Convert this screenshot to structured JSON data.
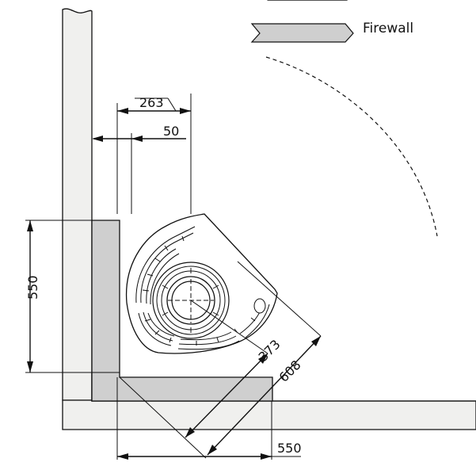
{
  "legend": {
    "items": [
      {
        "label": "",
        "fill": "#f0f0ee"
      },
      {
        "label": "Firewall",
        "fill": "#cfcfcf"
      }
    ]
  },
  "colors": {
    "wall": "#f0f0ee",
    "firewall": "#cfcfcf",
    "line": "#111111"
  },
  "dimensions": {
    "d263": "263",
    "d50": "50",
    "d550_vertical": "550",
    "d550_horizontal": "550",
    "d373": "373",
    "d608": "608"
  }
}
